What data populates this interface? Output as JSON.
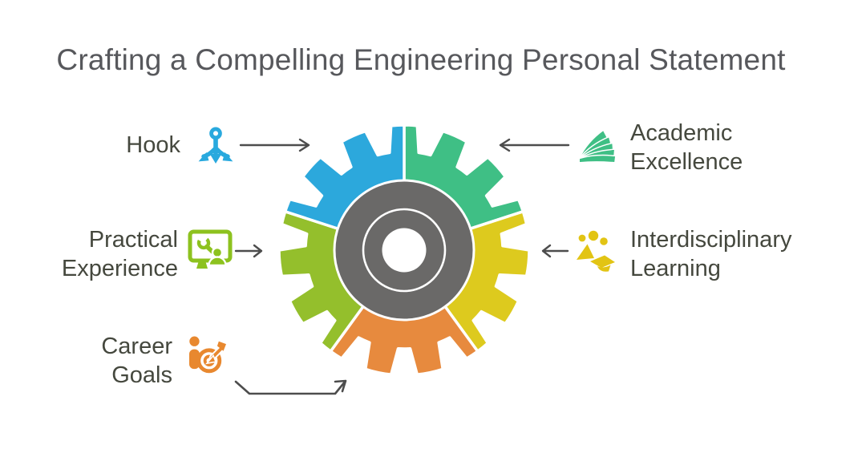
{
  "title": "Crafting a Compelling Engineering Personal Statement",
  "colors": {
    "title_text": "#57585C",
    "label_text": "#45483E",
    "arrow": "#4D4D4D",
    "hook_blue": "#29A9DE",
    "academic_green": "#3FBF85",
    "practical_lime": "#8DC21F",
    "interdisciplinary_yellow": "#E2C414",
    "career_orange": "#E8882F"
  },
  "gear": {
    "hub_color": "#6A6968",
    "ring_color": "#FFFFFF",
    "segments": [
      {
        "name": "academic-excellence",
        "color": "#3FBF85"
      },
      {
        "name": "interdisciplinary-learning",
        "color": "#DDCA1E"
      },
      {
        "name": "career-goals",
        "color": "#E78A3E"
      },
      {
        "name": "practical-experience",
        "color": "#94BF2C"
      },
      {
        "name": "hook",
        "color": "#2CA8DC"
      }
    ]
  },
  "labels": {
    "hook": {
      "text": "Hook"
    },
    "academic": {
      "line1": "Academic",
      "line2": "Excellence"
    },
    "practical": {
      "line1": "Practical",
      "line2": "Experience"
    },
    "interdisciplinary": {
      "line1": "Interdisciplinary",
      "line2": "Learning"
    },
    "career": {
      "line1": "Career",
      "line2": "Goals"
    }
  },
  "icons": {
    "hook": "anchor-icon",
    "academic": "book-pages-icon",
    "practical": "monitor-wrench-person-icon",
    "interdisciplinary": "graduation-cap-icon",
    "career": "person-target-dart-icon"
  }
}
